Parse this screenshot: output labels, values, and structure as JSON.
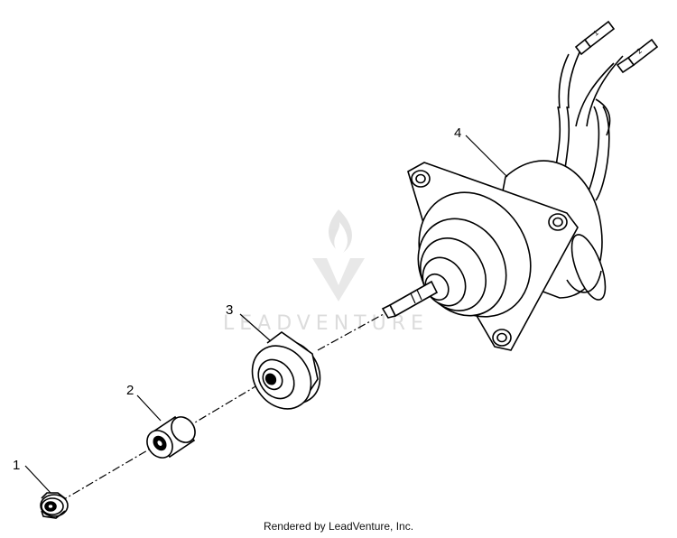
{
  "diagram": {
    "callouts": [
      "1",
      "2",
      "3",
      "4"
    ],
    "watermark_text": "LEADVENTURE",
    "footer": "Rendered by LeadVenture, Inc.",
    "wire_tags": [
      "1",
      "2"
    ]
  }
}
